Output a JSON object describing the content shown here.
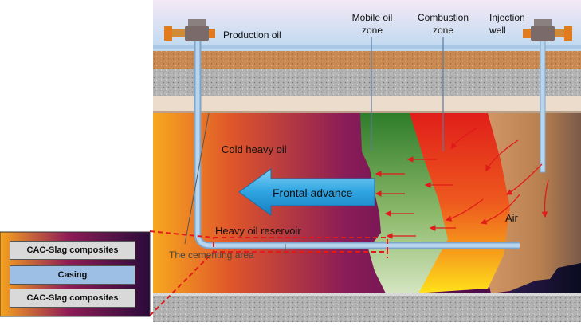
{
  "labels": {
    "production_oil": "Production oil",
    "mobile_oil_zone": "Mobile oil\nzone",
    "combustion_zone": "Combustion\nzone",
    "injection_well": "Injection\nwell",
    "cold_heavy_oil": "Cold  heavy  oil",
    "frontal_advance": "Frontal  advance",
    "heavy_oil_reservoir": "Heavy oil reservoir",
    "cementing_area": "The cementing area",
    "air": "Air"
  },
  "inset": {
    "layers": [
      "CAC-Slag composites",
      "Casing",
      "CAC-Slag composites"
    ]
  },
  "colors": {
    "sky_top": "#f3e8f5",
    "sky_bottom": "#bcd7ee",
    "soil": "#c98a52",
    "rock": "#a9a9a9",
    "cap_layer": "#ead8c6",
    "reservoir_left": "#f5a522",
    "reservoir_mid": "#5a0e50",
    "mobile_zone": "#3f8a2a",
    "combustion_zone": "#e02818",
    "burnt_zone": "#c68a62",
    "pipe": "#9dbfe0",
    "arrow": "#3aa8de",
    "dashed_red": "#e11b1b",
    "valve_orange": "#e27b1e"
  }
}
